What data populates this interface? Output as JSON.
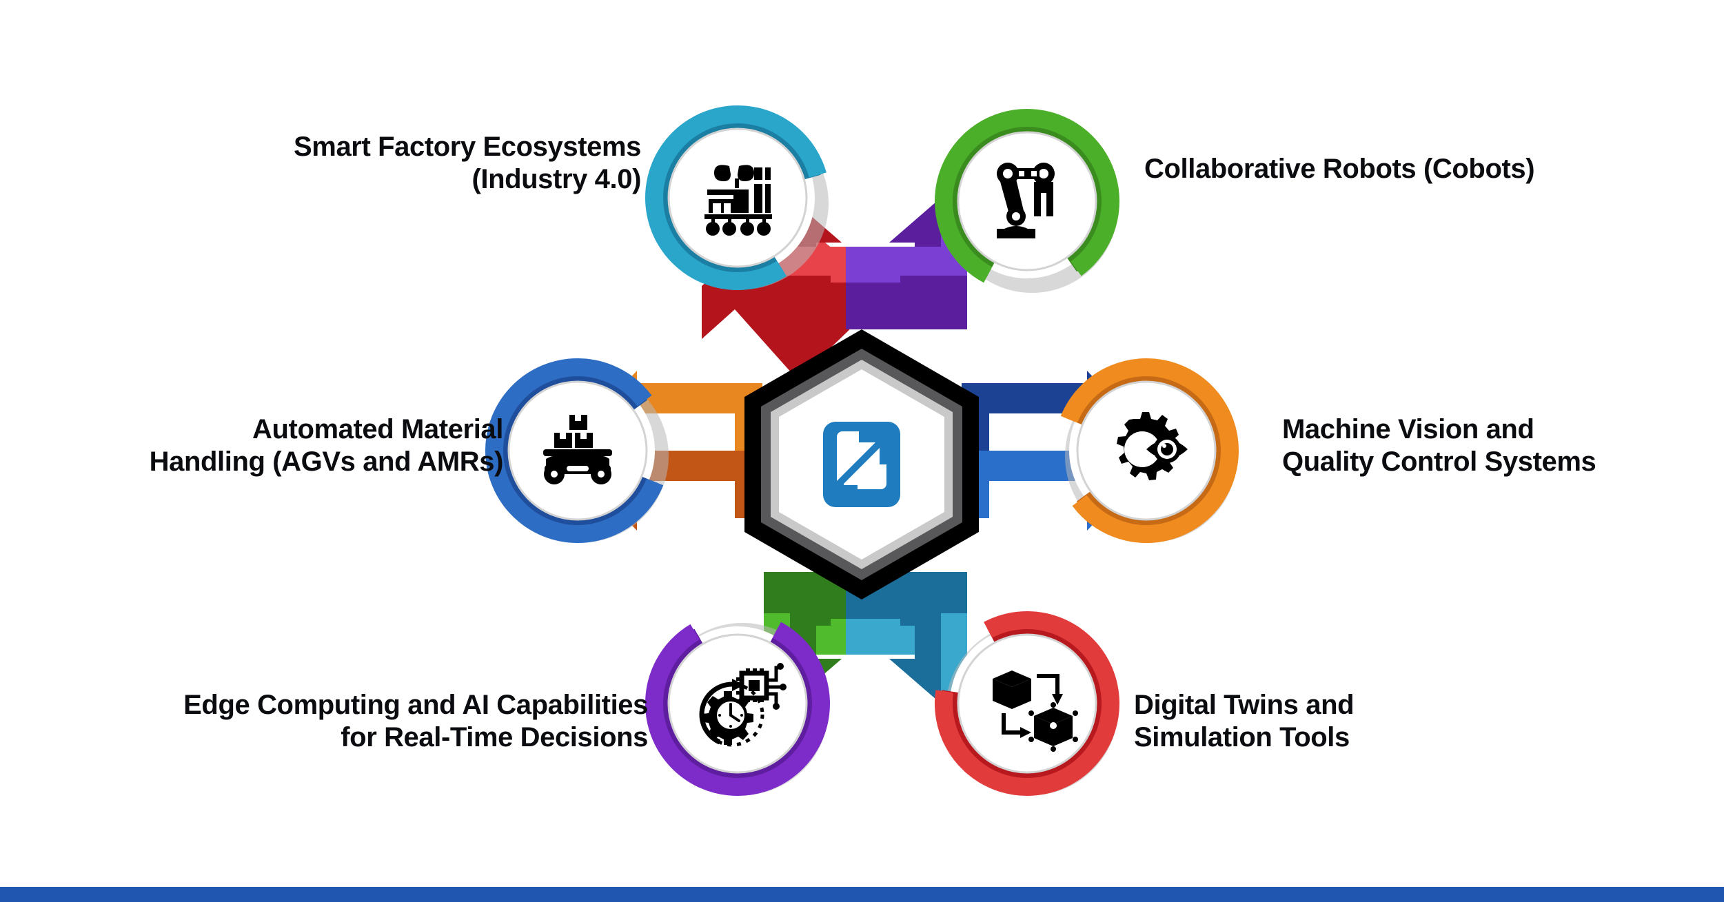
{
  "page": {
    "background": "#ffffff",
    "accent_bar_color": "#2056b0",
    "text_color": "#0b0c10"
  },
  "center": {
    "name": "hexagon-hub",
    "outer_hex_color": "#000000",
    "mid_hex_color": "#58585a",
    "inner_hex_color": "#c9c9c9",
    "fill_color": "#ffffff",
    "logo": {
      "name": "growth-arrow-logo",
      "color": "#1f7cbf"
    }
  },
  "chart_data": {
    "type": "diagram",
    "subtype": "hub-and-spoke-hexagon",
    "title": "",
    "center_label": "",
    "node_count": 6,
    "nodes": [
      {
        "index": 0,
        "position": "top-left",
        "label": "Smart Factory Ecosystems\n(Industry 4.0)",
        "ring_color": "#2ba6cb",
        "ring_color_dark": "#1b7fa3",
        "arrow_color_light": "#e8434a",
        "arrow_color_dark": "#b4151d",
        "icon": "smart-factory-icon"
      },
      {
        "index": 1,
        "position": "top-right",
        "label": "Collaborative Robots (Cobots)",
        "ring_color": "#4caf2a",
        "ring_color_dark": "#3a8c1f",
        "arrow_color_light": "#7c3fd4",
        "arrow_color_dark": "#5b1f9e",
        "icon": "robot-arm-icon"
      },
      {
        "index": 2,
        "position": "middle-left",
        "label": "Automated Material\nHandling (AGVs and AMRs)",
        "ring_color": "#2e6dc4",
        "ring_color_dark": "#1f4f9c",
        "arrow_color_light": "#e8861f",
        "arrow_color_dark": "#c25617",
        "icon": "agv-cart-icon"
      },
      {
        "index": 3,
        "position": "middle-right",
        "label": "Machine Vision and\nQuality Control Systems",
        "ring_color": "#ef8b1f",
        "ring_color_dark": "#c76a16",
        "arrow_color_light": "#2a6fc9",
        "arrow_color_dark": "#1b4293",
        "icon": "gear-eye-icon"
      },
      {
        "index": 4,
        "position": "bottom-left",
        "label": "Edge Computing and AI Capabilities\nfor Real-Time Decisions",
        "ring_color": "#7d2bc9",
        "ring_color_dark": "#5f1da0",
        "arrow_color_light": "#51bb2e",
        "arrow_color_dark": "#2f7d1c",
        "icon": "chip-clock-icon"
      },
      {
        "index": 5,
        "position": "bottom-right",
        "label": "Digital Twins and\nSimulation Tools",
        "ring_color": "#e23b3b",
        "ring_color_dark": "#b8191f",
        "arrow_color_light": "#3aa8cc",
        "arrow_color_dark": "#1a6e99",
        "icon": "digital-twin-cubes-icon"
      }
    ]
  }
}
